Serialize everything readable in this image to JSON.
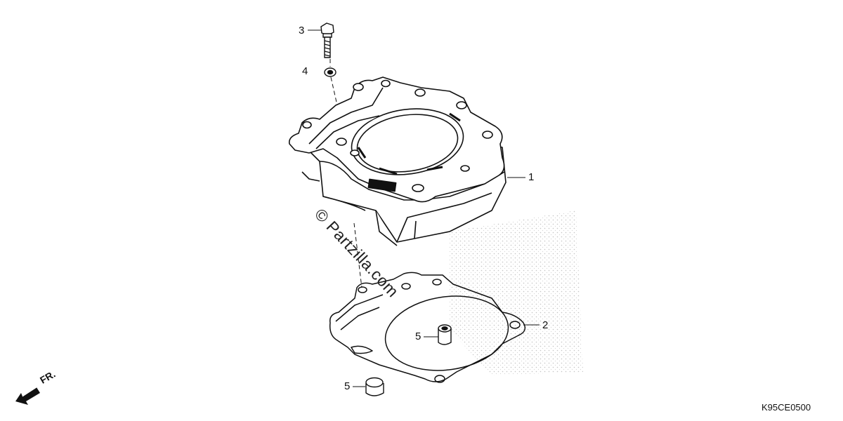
{
  "callouts": {
    "c1": "1",
    "c2": "2",
    "c3": "3",
    "c4": "4",
    "c5a": "5",
    "c5b": "5"
  },
  "direction_label": "FR.",
  "diagram_code": "K95CE0500",
  "watermark": "© Partzilla.com",
  "colors": {
    "line": "#111111",
    "stipple": "#bbbbbb",
    "background": "#ffffff"
  }
}
